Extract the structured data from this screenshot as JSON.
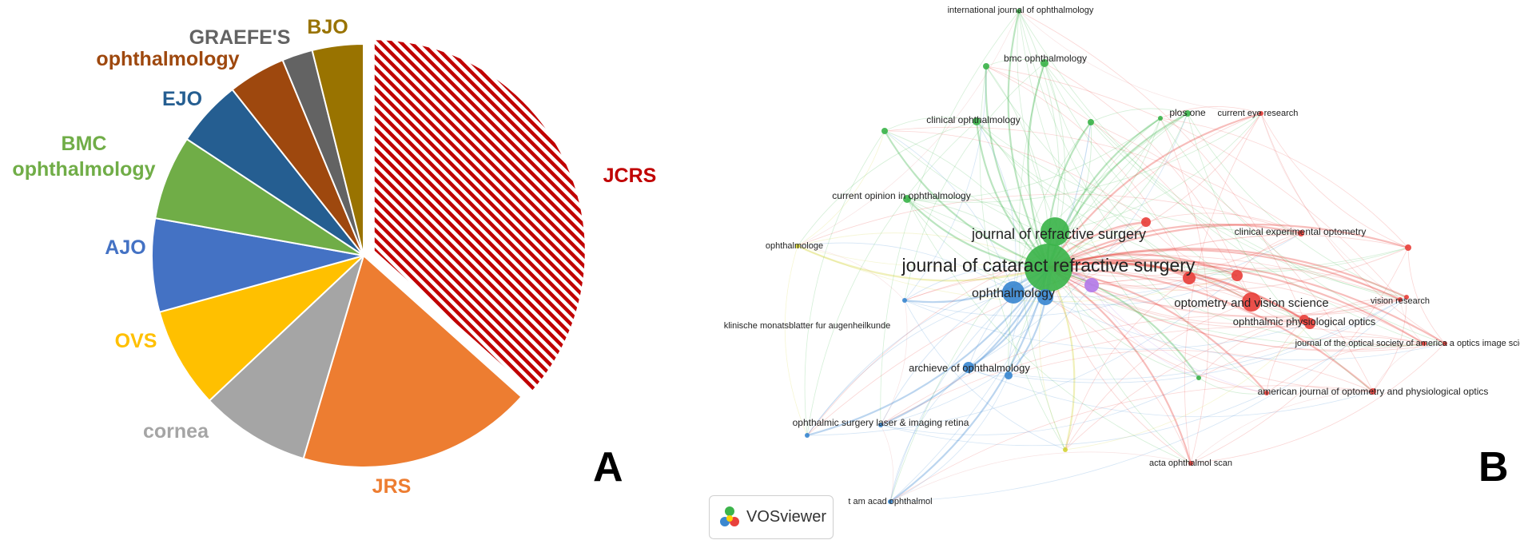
{
  "panels": {
    "a": "A",
    "b": "B"
  },
  "chart_data": [
    {
      "type": "pie",
      "categories": [
        "JCRS",
        "JRS",
        "cornea",
        "OVS",
        "AJO",
        "BMC ophthalmology",
        "EJO",
        "ophthalmology",
        "GRAEFE'S",
        "BJO"
      ],
      "display_labels": [
        "JCRS",
        "JRS",
        "cornea",
        "OVS",
        "AJO",
        "BMC\nophthalmology",
        "EJO",
        "ophthalmology",
        "GRAEFE'S",
        "BJO"
      ],
      "values": [
        37.5,
        18.4,
        8.6,
        7.9,
        7.3,
        6.6,
        5.2,
        4.5,
        2.4,
        4.0
      ],
      "colors": [
        "#c00000",
        "#ed7d31",
        "#a5a5a5",
        "#ffc000",
        "#4472c4",
        "#70ad47",
        "#255e91",
        "#9e480e",
        "#636363",
        "#997300"
      ],
      "label_colors": [
        "#c00000",
        "#ed7d31",
        "#a5a5a5",
        "#ffc000",
        "#4472c4",
        "#70ad47",
        "#255e91",
        "#9e480e",
        "#636363",
        "#997300"
      ],
      "highlight": "JCRS",
      "highlight_pattern": "diagonal-stripes"
    },
    {
      "type": "network",
      "tool": "VOSviewer",
      "clusters": {
        "red": "#e8413c",
        "green": "#3cb44b",
        "blue": "#3b88d0",
        "yellow": "#d4d43a",
        "purple": "#b37be8"
      },
      "nodes": [
        {
          "label": "journal of cataract refractive surgery",
          "cluster": "green",
          "weight": 10
        },
        {
          "label": "journal of refractive surgery",
          "cluster": "green",
          "weight": 6
        },
        {
          "label": "ophthalmology",
          "cluster": "blue",
          "weight": 5
        },
        {
          "label": "optometry and vision science",
          "cluster": "red",
          "weight": 4
        },
        {
          "label": "ophthalmic physiological optics",
          "cluster": "red",
          "weight": 3
        },
        {
          "label": "archieve of ophthalmology",
          "cluster": "blue",
          "weight": 3
        },
        {
          "label": "current opinion in ophthalmology",
          "cluster": "green",
          "weight": 2
        },
        {
          "label": "clinical ophthalmology",
          "cluster": "green",
          "weight": 2
        },
        {
          "label": "bmc ophthalmology",
          "cluster": "green",
          "weight": 2
        },
        {
          "label": "international journal of ophthalmology",
          "cluster": "green",
          "weight": 2
        },
        {
          "label": "plos one",
          "cluster": "green",
          "weight": 2
        },
        {
          "label": "current eye research",
          "cluster": "red",
          "weight": 2
        },
        {
          "label": "clinical experimental optometry",
          "cluster": "red",
          "weight": 2
        },
        {
          "label": "vision research",
          "cluster": "red",
          "weight": 2
        },
        {
          "label": "journal of the optical society of america a optics image scien",
          "cluster": "red",
          "weight": 2
        },
        {
          "label": "american journal of optometry and physiological optics",
          "cluster": "red",
          "weight": 2
        },
        {
          "label": "acta ophthalmol scan",
          "cluster": "red",
          "weight": 2
        },
        {
          "label": "ophthalmologe",
          "cluster": "yellow",
          "weight": 2
        },
        {
          "label": "klinische monatsblatter fur  augenheilkunde",
          "cluster": "blue",
          "weight": 2
        },
        {
          "label": "ophthalmic surgery laser & imaging retina",
          "cluster": "blue",
          "weight": 2
        },
        {
          "label": "t am acad ophthalmol",
          "cluster": "blue",
          "weight": 2
        }
      ]
    }
  ],
  "vosviewer_badge": {
    "text": "VOSviewer",
    "icon": "vosviewer-logo-icon"
  }
}
